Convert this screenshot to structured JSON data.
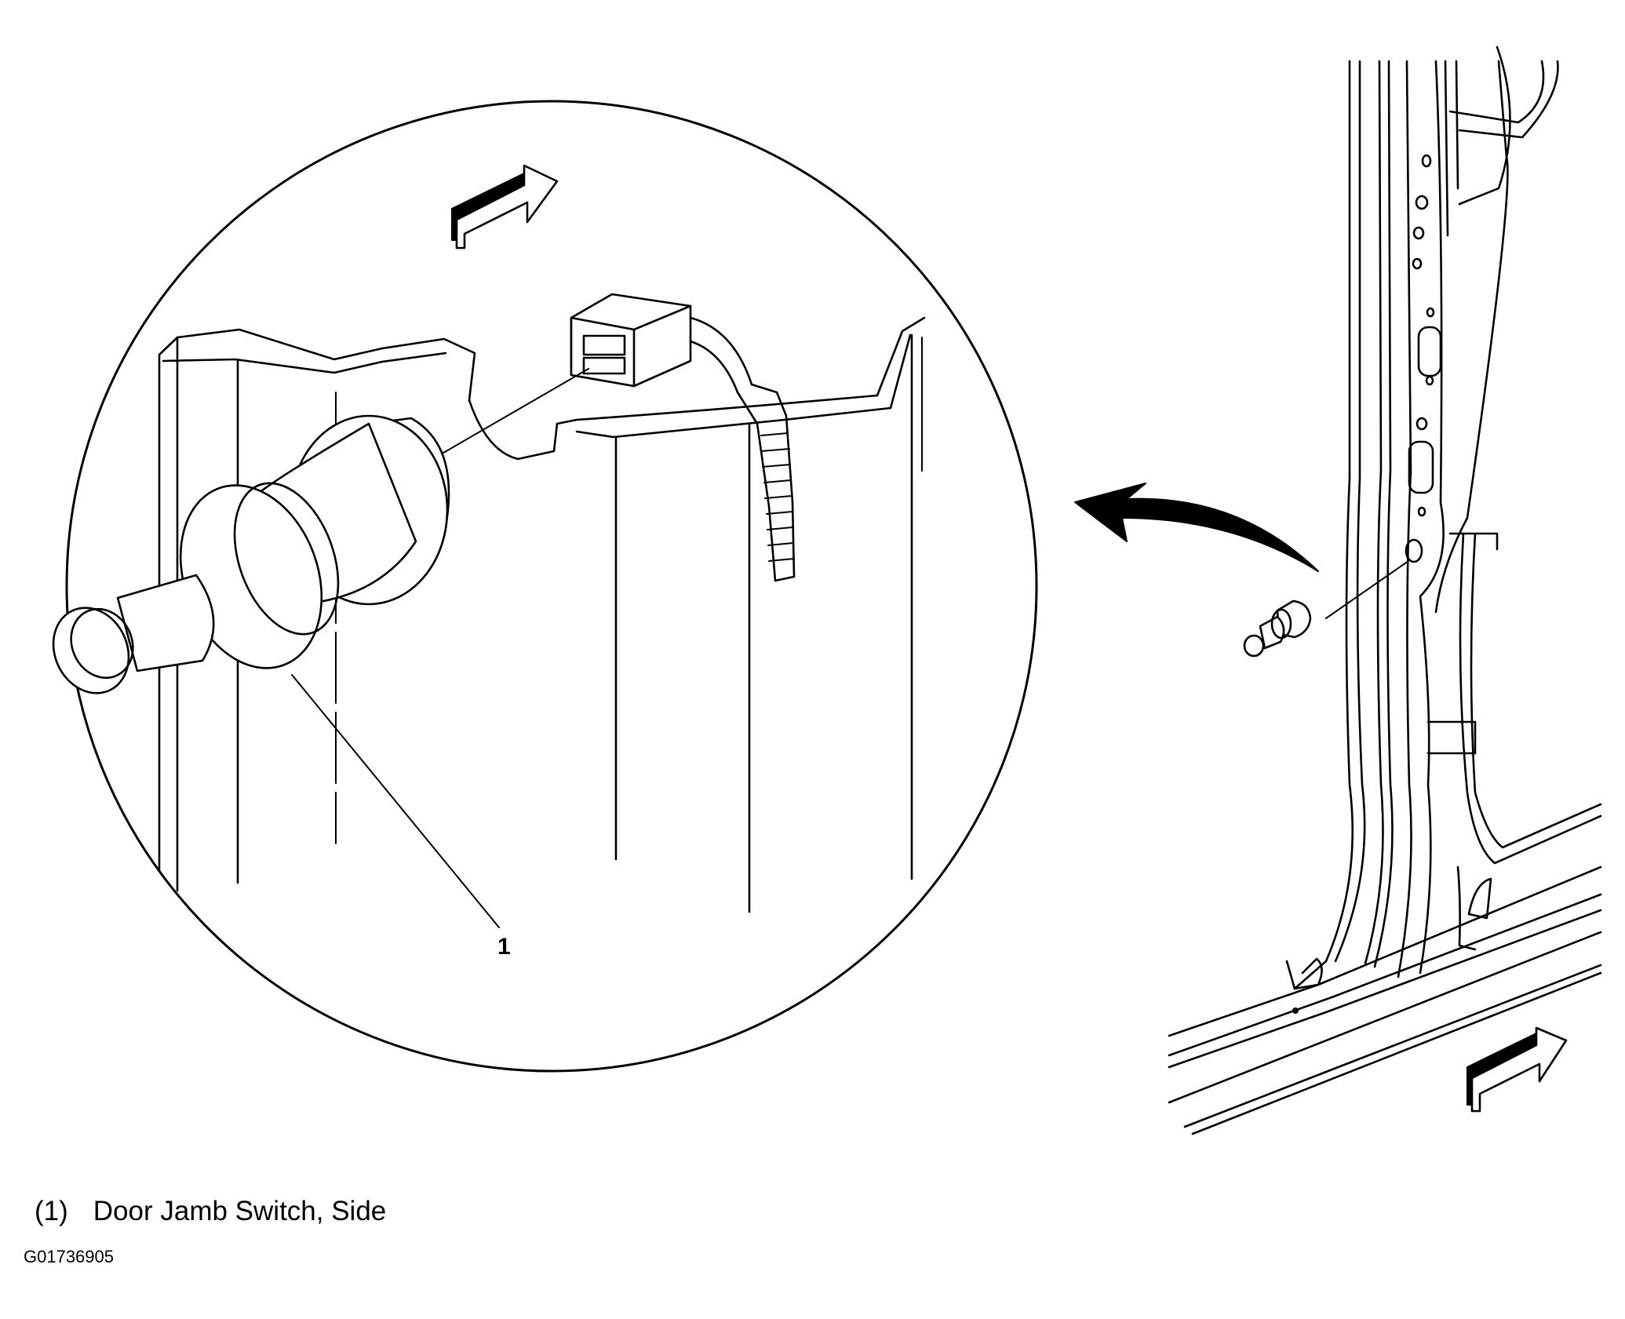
{
  "callouts": [
    {
      "number": "1",
      "text": "Door Jamb Switch, Side"
    }
  ],
  "legend": {
    "number": "(1)",
    "text": "Door Jamb Switch, Side"
  },
  "figure_id": "G01736905"
}
